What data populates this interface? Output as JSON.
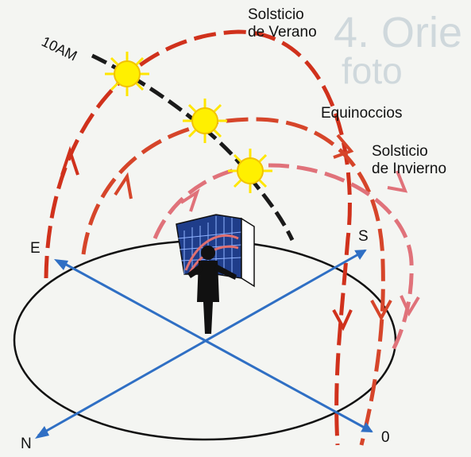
{
  "labels": {
    "time_marker": "10AM",
    "summer_solstice": [
      "Solsticio",
      "de Verano"
    ],
    "equinoxes": "Equinoccios",
    "winter_solstice": [
      "Solsticio",
      "de Invierno"
    ]
  },
  "directions": {
    "east": "E",
    "south": "S",
    "north": "N",
    "west": "0"
  },
  "colors": {
    "summer_path": "#d0311c",
    "equinox_path": "#d6452a",
    "winter_path": "#e0727a",
    "axes": "#2f6fc4",
    "sun": "#fff000",
    "time_line": "#1a1a1a",
    "horizon": "#111111"
  },
  "icons": [
    "sun-icon",
    "person-icon",
    "sun-path-chart-icon"
  ]
}
